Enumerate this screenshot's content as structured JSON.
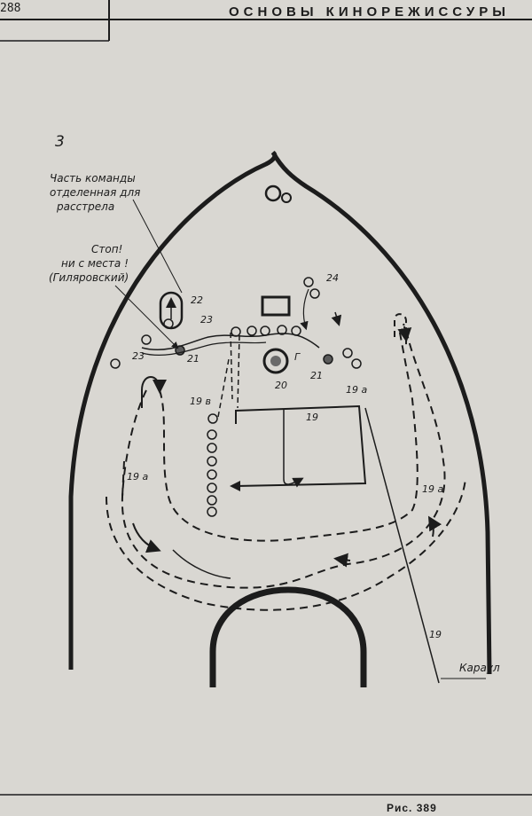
{
  "header": {
    "page_number": "288",
    "running_title": "ОСНОВЫ КИНОРЕЖИССУРЫ"
  },
  "scene": {
    "number": "3"
  },
  "annotations": {
    "squad_line1": "Часть команды",
    "squad_line2": "отделенная для",
    "squad_line3": "расстрела",
    "stop_line1": "Стоп!",
    "stop_line2": "ни с места !",
    "stop_line3": "(Гиляровский)",
    "guard": "Караул"
  },
  "labels": {
    "p22": "22",
    "p23a": "23",
    "p23b": "23",
    "p24": "24",
    "p21a": "21",
    "p21b": "21",
    "p20": "20",
    "g": "Г",
    "p19v": "19 в",
    "p19a_top": "19 а",
    "p19_top": "19",
    "p19a_left": "19 а",
    "p19a_right": "19 а",
    "p19_guard": "19"
  },
  "footer": {
    "caption": "Рис. 389"
  }
}
